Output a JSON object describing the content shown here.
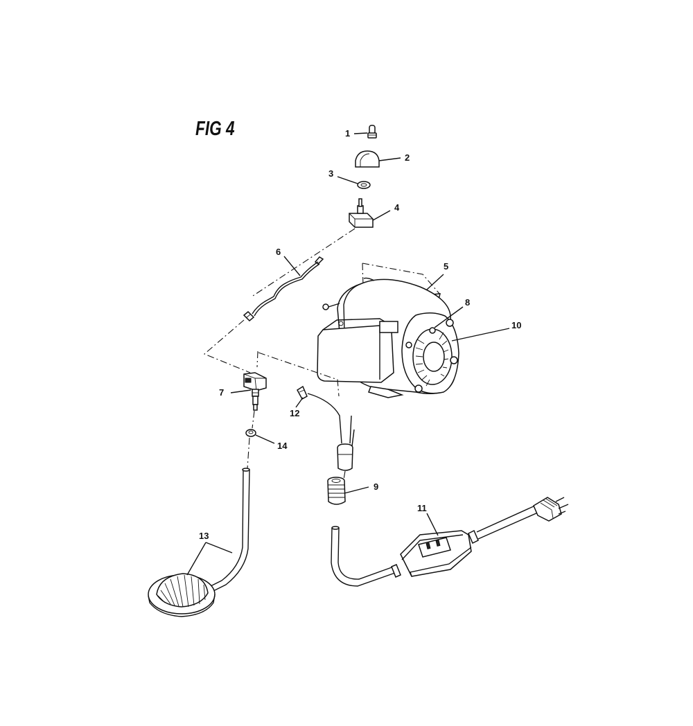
{
  "figure_title": "FIG 4",
  "callouts": {
    "c1": "1",
    "c2": "2",
    "c3": "3",
    "c4": "4",
    "c5": "5",
    "c6": "6",
    "c7": "7",
    "c8": "8",
    "c9": "9",
    "c10": "10",
    "c11": "11",
    "c12": "12",
    "c13": "13",
    "c14": "14"
  }
}
